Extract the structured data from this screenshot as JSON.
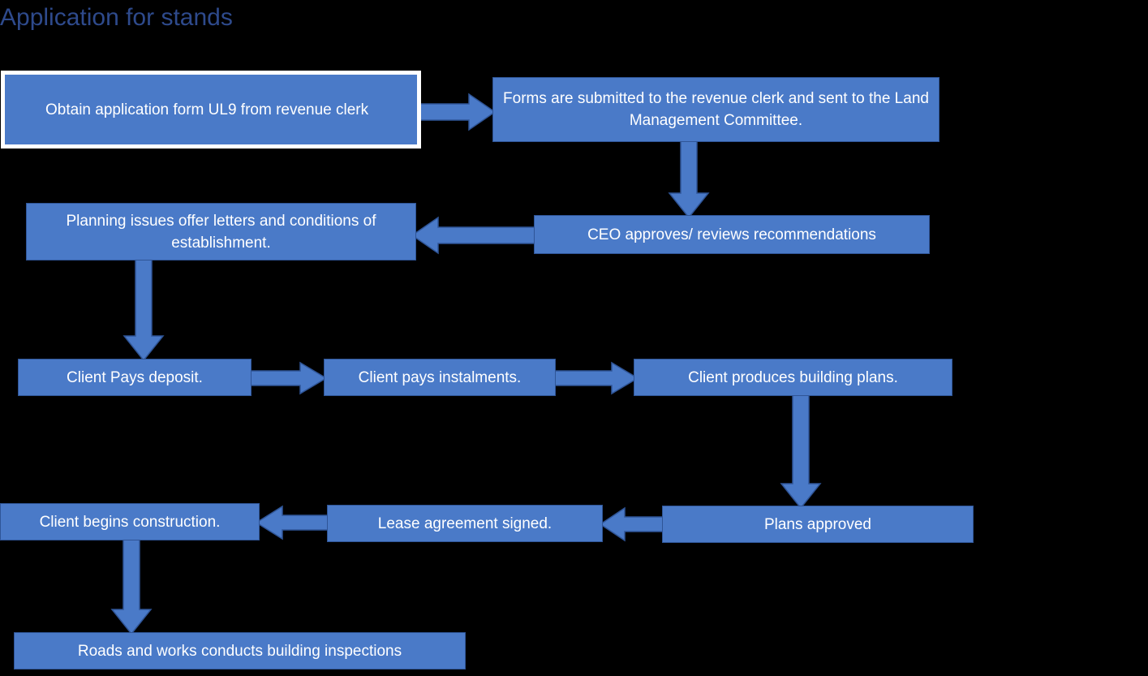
{
  "page": {
    "title": "Application for stands",
    "title_color": "#2E4A8C",
    "background_color": "#000000",
    "node_fill": "#4A7AC8",
    "node_border": "#2F5597",
    "node_text_color": "#FFFFFF",
    "arrow_fill": "#4A7AC8",
    "arrow_border": "#2F5597"
  },
  "nodes": [
    {
      "id": "obtain-form",
      "label": "Obtain application form UL9 from revenue clerk"
    },
    {
      "id": "forms-submitted",
      "label": "Forms are submitted to the revenue clerk and sent to the Land Management Committee."
    },
    {
      "id": "ceo-approves",
      "label": "CEO approves/ reviews recommendations"
    },
    {
      "id": "planning-issues",
      "label": "Planning issues offer letters and conditions of establishment."
    },
    {
      "id": "client-pays-deposit",
      "label": "Client Pays deposit."
    },
    {
      "id": "client-pays-instalments",
      "label": "Client pays instalments."
    },
    {
      "id": "client-building-plans",
      "label": "Client produces building plans."
    },
    {
      "id": "plans-approved",
      "label": "Plans approved"
    },
    {
      "id": "lease-signed",
      "label": "Lease agreement signed."
    },
    {
      "id": "client-construction",
      "label": "Client begins construction."
    },
    {
      "id": "roads-inspections",
      "label": "Roads and works conducts building inspections"
    }
  ],
  "connectors": [
    {
      "id": "obtain-to-forms",
      "from": "obtain-form",
      "to": "forms-submitted",
      "direction": "right"
    },
    {
      "id": "forms-to-ceo",
      "from": "forms-submitted",
      "to": "ceo-approves",
      "direction": "down"
    },
    {
      "id": "ceo-to-planning",
      "from": "ceo-approves",
      "to": "planning-issues",
      "direction": "left"
    },
    {
      "id": "planning-to-deposit",
      "from": "planning-issues",
      "to": "client-pays-deposit",
      "direction": "down"
    },
    {
      "id": "deposit-to-instalments",
      "from": "client-pays-deposit",
      "to": "client-pays-instalments",
      "direction": "right"
    },
    {
      "id": "instalments-to-building-plans",
      "from": "client-pays-instalments",
      "to": "client-building-plans",
      "direction": "right"
    },
    {
      "id": "building-plans-to-approved",
      "from": "client-building-plans",
      "to": "plans-approved",
      "direction": "down"
    },
    {
      "id": "approved-to-lease",
      "from": "plans-approved",
      "to": "lease-signed",
      "direction": "left"
    },
    {
      "id": "lease-to-construction",
      "from": "lease-signed",
      "to": "client-construction",
      "direction": "left"
    },
    {
      "id": "construction-to-inspections",
      "from": "client-construction",
      "to": "roads-inspections",
      "direction": "down"
    }
  ]
}
